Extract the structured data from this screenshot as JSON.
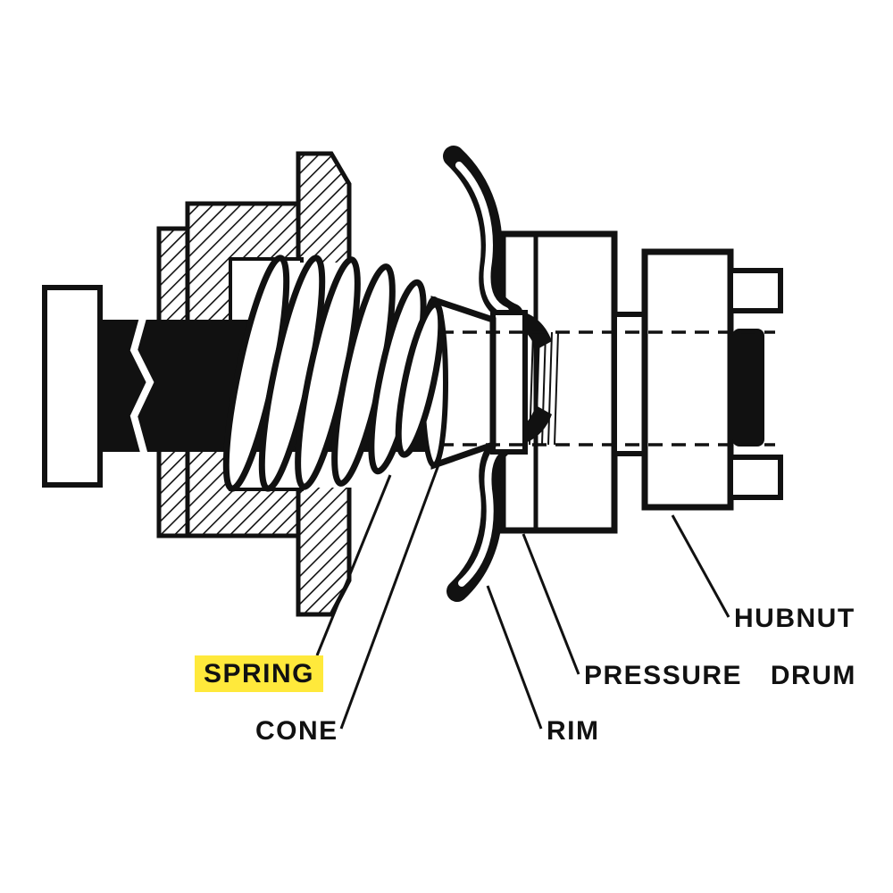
{
  "figure": {
    "type": "technical-parts-diagram",
    "callouts": {
      "spring": "SPRING",
      "cone": "CONE",
      "rim": "RIM",
      "pressure_drum": "PRESSURE DRUM",
      "hubnut": "HUBNUT"
    },
    "highlight": {
      "target": "spring",
      "color": "#ffe93b"
    },
    "colors": {
      "ink": "#111111",
      "background": "#ffffff"
    }
  }
}
